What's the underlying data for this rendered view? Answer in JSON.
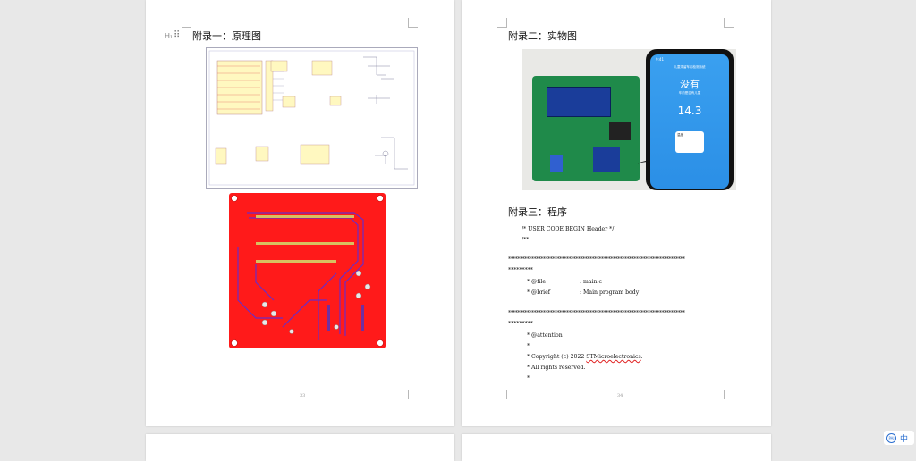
{
  "page1": {
    "heading": "附录一：原理图",
    "heading_marker": "H₁",
    "drag_handle": "⠿",
    "page_number": "33"
  },
  "page2": {
    "heading_photo": "附录二：实物图",
    "heading_program": "附录三：程序",
    "page_number": "34",
    "phone": {
      "status_time": "9:41",
      "app_title": "儿童滞留车内检测系统",
      "status_big": "没有",
      "status_sub": "车内是否有儿童",
      "value": "14.3",
      "card_label": "温度"
    },
    "code_lines": [
      "/* USER CODE BEGIN Header */",
      "/**",
      "*********",
      "* @file",
      ": main.c",
      "* @brief",
      ": Main program body",
      "*********",
      "* @attention",
      "*",
      "* Copyright (c) 2022 ",
      "STMicroelectronics",
      ".",
      "* All rights reserved.",
      "*"
    ]
  },
  "ime": {
    "label": "中",
    "icon_text": "PAI"
  },
  "colors": {
    "pcb_red": "#ff1a1a",
    "phone_blue": "#2b8fe6",
    "board_green": "#1f8a4a",
    "spell_underline": "#e02020"
  }
}
